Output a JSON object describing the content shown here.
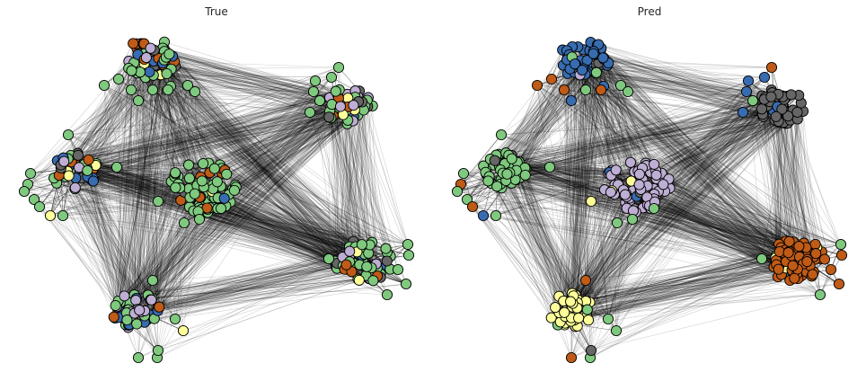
{
  "panels": [
    {
      "title": "True",
      "clusters": [
        {
          "mix": [
            0.5,
            0.12,
            0.12,
            0.12,
            0.08,
            0.06
          ],
          "noise_mix": [
            1,
            0,
            0,
            0,
            0,
            0
          ]
        },
        {
          "mix": [
            0.45,
            0.12,
            0.12,
            0.12,
            0.12,
            0.07
          ],
          "noise_mix": [
            0.85,
            0,
            0,
            0.15,
            0,
            0
          ]
        },
        {
          "mix": [
            0.35,
            0.17,
            0.17,
            0.12,
            0.12,
            0.07
          ],
          "noise_mix": [
            0.7,
            0,
            0,
            0.1,
            0.2,
            0
          ]
        },
        {
          "mix": [
            0.85,
            0.04,
            0.04,
            0.03,
            0.02,
            0.02
          ],
          "noise_mix": [
            1,
            0,
            0,
            0,
            0,
            0
          ]
        },
        {
          "mix": [
            0.7,
            0.06,
            0.06,
            0.12,
            0.03,
            0.03
          ],
          "noise_mix": [
            0.85,
            0.05,
            0,
            0.05,
            0.05,
            0
          ]
        },
        {
          "mix": [
            0.4,
            0.17,
            0.13,
            0.17,
            0.08,
            0.05
          ],
          "noise_mix": [
            0.8,
            0,
            0,
            0,
            0.2,
            0
          ]
        }
      ]
    },
    {
      "title": "Pred",
      "clusters": [
        {
          "mix": [
            0.04,
            0.9,
            0,
            0.02,
            0,
            0.04
          ],
          "noise_mix": [
            0.3,
            0.3,
            0.4,
            0,
            0,
            0
          ]
        },
        {
          "mix": [
            0.03,
            0.04,
            0,
            0,
            0,
            0.93
          ],
          "noise_mix": [
            0.3,
            0.1,
            0.5,
            0,
            0.1,
            0
          ]
        },
        {
          "mix": [
            0.94,
            0.04,
            0,
            0,
            0,
            0.02
          ],
          "noise_mix": [
            0.6,
            0.2,
            0.2,
            0,
            0,
            0
          ]
        },
        {
          "mix": [
            0.03,
            0.03,
            0,
            0.9,
            0.03,
            0.01
          ],
          "noise_mix": [
            0.5,
            0,
            0.2,
            0,
            0.2,
            0.1
          ]
        },
        {
          "mix": [
            0.02,
            0,
            0.92,
            0.01,
            0.04,
            0.01
          ],
          "noise_mix": [
            0.5,
            0.1,
            0.3,
            0,
            0.1,
            0
          ]
        },
        {
          "mix": [
            0.04,
            0,
            0,
            0,
            0.94,
            0.02
          ],
          "noise_mix": [
            0.4,
            0,
            0.4,
            0,
            0,
            0.2
          ]
        }
      ]
    }
  ],
  "palette": {
    "green": "#7fc97f",
    "blue": "#386cb0",
    "orange": "#bf5b17",
    "lavender": "#beaed4",
    "yellow": "#ffff99",
    "gray": "#666666"
  },
  "edge_color": "#000000",
  "node_stroke": "#000000"
}
